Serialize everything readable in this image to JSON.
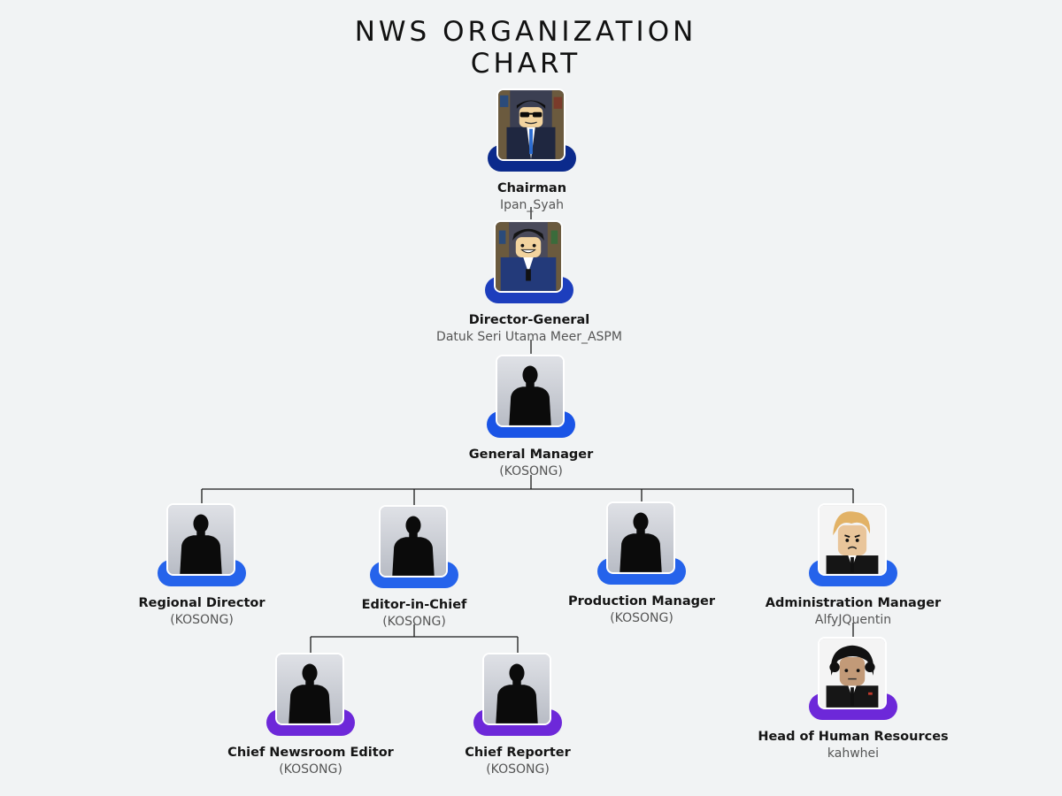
{
  "title_line1": "NWS ORGANIZATION",
  "title_line2": "CHART",
  "nodes": {
    "chairman": {
      "role": "Chairman",
      "name": "Ipan_Syah",
      "pill": "#0b2a8c",
      "avatar": "avatar-sunglasses-suit"
    },
    "director_general": {
      "role": "Director-General",
      "name": "Datuk Seri Utama Meer_ASPM",
      "pill": "#1d3ebd",
      "avatar": "avatar-smiling-suit"
    },
    "general_manager": {
      "role": "General Manager",
      "name": "(KOSONG)",
      "pill": "#1a54e6",
      "avatar": "silhouette-icon"
    },
    "regional_director": {
      "role": "Regional Director",
      "name": "(KOSONG)",
      "pill": "#2563eb",
      "avatar": "silhouette-icon"
    },
    "editor_in_chief": {
      "role": "Editor-in-Chief",
      "name": "(KOSONG)",
      "pill": "#2563eb",
      "avatar": "silhouette-icon"
    },
    "production_manager": {
      "role": "Production Manager",
      "name": "(KOSONG)",
      "pill": "#2563eb",
      "avatar": "silhouette-icon"
    },
    "administration_manager": {
      "role": "Administration Manager",
      "name": "AlfyJQuentin",
      "pill": "#2563eb",
      "avatar": "avatar-blonde"
    },
    "chief_newsroom_editor": {
      "role": "Chief Newsroom Editor",
      "name": "(KOSONG)",
      "pill": "#6d28d9",
      "avatar": "silhouette-icon"
    },
    "chief_reporter": {
      "role": "Chief Reporter",
      "name": "(KOSONG)",
      "pill": "#6d28d9",
      "avatar": "silhouette-icon"
    },
    "head_of_human_resources": {
      "role": "Head of Human Resources",
      "name": "kahwhei",
      "pill": "#6d28d9",
      "avatar": "avatar-curly-hair"
    }
  }
}
